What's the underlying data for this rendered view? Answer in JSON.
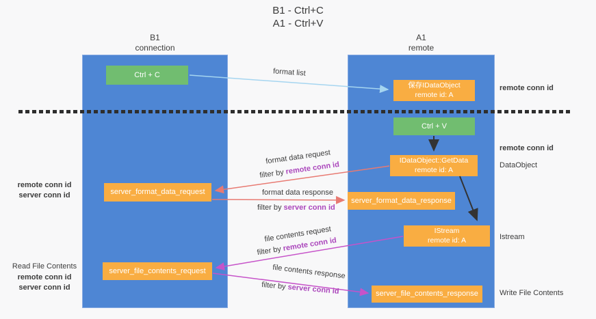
{
  "title": {
    "line1": "B1 - Ctrl+C",
    "line2": "A1 - Ctrl+V"
  },
  "lanes": {
    "left": {
      "name": "B1",
      "role": "connection"
    },
    "right": {
      "name": "A1",
      "role": "remote"
    }
  },
  "nodes": {
    "ctrl_c": {
      "label": "Ctrl + C"
    },
    "save_dataobject": {
      "line1": "保存IDataObject",
      "line2": "remote id: A"
    },
    "ctrl_v": {
      "label": "Ctrl + V"
    },
    "getdata": {
      "line1": "IDataObject::GetData",
      "line2": "remote id: A"
    },
    "format_request": {
      "label": "server_format_data_request"
    },
    "format_response": {
      "label": "server_format_data_response"
    },
    "istream": {
      "line1": "IStream",
      "line2": "remote id: A"
    },
    "file_request": {
      "label": "server_file_contents_request"
    },
    "file_response": {
      "label": "server_file_contents_response"
    }
  },
  "edge_labels": {
    "format_list": "format list",
    "format_request": {
      "text": "format data request",
      "filter": "filter by",
      "key": "remote conn id"
    },
    "format_response": {
      "text": "format data response",
      "filter": "filter by",
      "key": "server conn id"
    },
    "file_request": {
      "text": "file contents request",
      "filter": "filter by",
      "key": "remote conn id"
    },
    "file_response": {
      "text": "file contents response",
      "filter": "filter by",
      "key": "server conn id"
    }
  },
  "annotations": {
    "right_top_conn": "remote conn id",
    "right_mid_conn": "remote conn id",
    "right_dataobject": "DataObject",
    "right_istream": "Istream",
    "right_write": "Write File Contents",
    "left_mid_remote": "remote conn id",
    "left_mid_server": "server conn id",
    "left_read": "Read File Contents",
    "left_bot_remote": "remote conn id",
    "left_bot_server": "server conn id"
  },
  "colors": {
    "lane_blue": "#4e86d4",
    "box_orange": "#f9ad42",
    "box_green": "#71bd70",
    "arrow_red": "#e87a72",
    "arrow_magenta": "#c653c9",
    "arrow_light_blue": "#a5d5f0",
    "arrow_black": "#333333",
    "conn_purple": "#ab47bc",
    "conn_green": "#5cb860",
    "dashed_separator": "#2e2e2e"
  }
}
